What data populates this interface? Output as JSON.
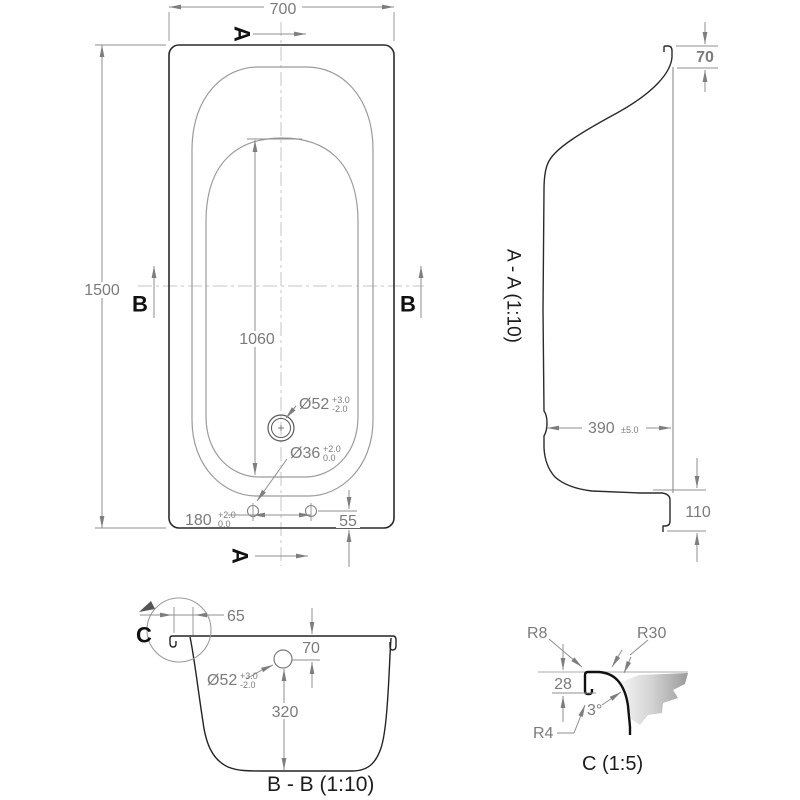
{
  "plan": {
    "dim_width": "700",
    "dim_length": "1500",
    "dim_floor": "1060",
    "drain_label": "Ø52",
    "drain_tol_top": "+3.0",
    "drain_tol_bot": "-2.0",
    "tap_label": "Ø36",
    "tap_tol_top": "+2.0",
    "tap_tol_bot": "0.0",
    "spacing_label": "180",
    "spacing_tol_top": "+2.0",
    "spacing_tol_bot": "0.0",
    "edge_offset": "55",
    "section_a": "A",
    "section_b": "B"
  },
  "aa": {
    "title": "A - A (1:10)",
    "rim_height": "70",
    "base_width": "390",
    "base_tol": "±5.0",
    "foot_height": "110"
  },
  "bb": {
    "title": "B - B (1:10)",
    "lip": "65",
    "hole_drop": "70",
    "hole_label": "Ø52",
    "hole_tol_top": "+3.0",
    "hole_tol_bot": "-2.0",
    "depth": "320",
    "detail_label": "C"
  },
  "c": {
    "title": "C (1:5)",
    "r_outer": "R8",
    "r_inner": "R30",
    "drop": "28",
    "angle": "3°",
    "r_hook": "R4"
  }
}
